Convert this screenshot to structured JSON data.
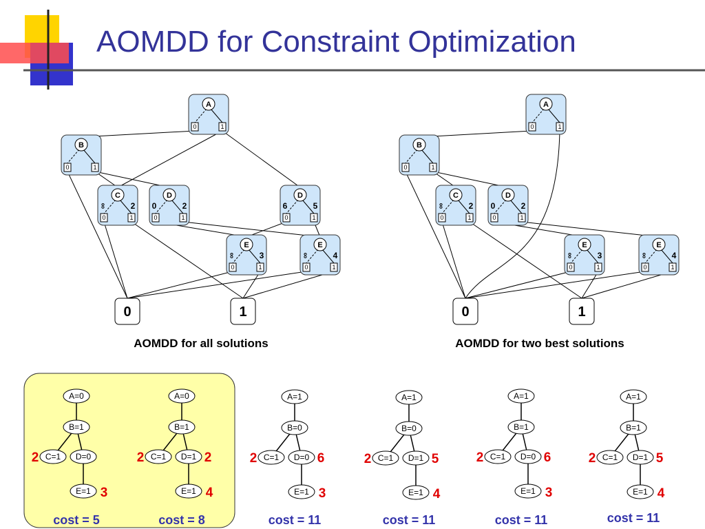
{
  "title": "AOMDD for Constraint Optimization",
  "left_caption": "AOMDD for all solutions",
  "right_caption": "AOMDD for two best solutions",
  "terminals": {
    "zero": "0",
    "one": "1"
  },
  "bits": {
    "zero": "0",
    "one": "1"
  },
  "left_diagram": {
    "nodes": [
      {
        "id": "A",
        "label": "A",
        "w0": "",
        "w1": ""
      },
      {
        "id": "B",
        "label": "B",
        "w0": "",
        "w1": ""
      },
      {
        "id": "C",
        "label": "C",
        "w0": "∞",
        "w1": "2"
      },
      {
        "id": "D1",
        "label": "D",
        "w0": "0",
        "w1": "2"
      },
      {
        "id": "D2",
        "label": "D",
        "w0": "6",
        "w1": "5"
      },
      {
        "id": "E1",
        "label": "E",
        "w0": "∞",
        "w1": "3"
      },
      {
        "id": "E2",
        "label": "E",
        "w0": "∞",
        "w1": "4"
      }
    ]
  },
  "right_diagram": {
    "nodes": [
      {
        "id": "A",
        "label": "A",
        "w0": "",
        "w1": ""
      },
      {
        "id": "B",
        "label": "B",
        "w0": "",
        "w1": ""
      },
      {
        "id": "C",
        "label": "C",
        "w0": "∞",
        "w1": "2"
      },
      {
        "id": "D",
        "label": "D",
        "w0": "0",
        "w1": "2"
      },
      {
        "id": "E1",
        "label": "E",
        "w0": "∞",
        "w1": "3"
      },
      {
        "id": "E2",
        "label": "E",
        "w0": "∞",
        "w1": "4"
      }
    ]
  },
  "solution_trees": [
    {
      "a": "A=0",
      "b": "B=1",
      "c": "C=1",
      "d": "D=0",
      "e": "E=1",
      "c_cost": "2",
      "d_cost": "",
      "e_cost": "3",
      "cost": "cost = 5",
      "highlighted": true
    },
    {
      "a": "A=0",
      "b": "B=1",
      "c": "C=1",
      "d": "D=1",
      "e": "E=1",
      "c_cost": "2",
      "d_cost": "2",
      "e_cost": "4",
      "cost": "cost = 8",
      "highlighted": true
    },
    {
      "a": "A=1",
      "b": "B=0",
      "c": "C=1",
      "d": "D=0",
      "e": "E=1",
      "c_cost": "2",
      "d_cost": "6",
      "e_cost": "3",
      "cost": "cost = 11",
      "highlighted": false
    },
    {
      "a": "A=1",
      "b": "B=0",
      "c": "C=1",
      "d": "D=1",
      "e": "E=1",
      "c_cost": "2",
      "d_cost": "5",
      "e_cost": "4",
      "cost": "cost = 11",
      "highlighted": false
    },
    {
      "a": "A=1",
      "b": "B=1",
      "c": "C=1",
      "d": "D=0",
      "e": "E=1",
      "c_cost": "2",
      "d_cost": "6",
      "e_cost": "3",
      "cost": "cost = 11",
      "highlighted": false
    },
    {
      "a": "A=1",
      "b": "B=1",
      "c": "C=1",
      "d": "D=1",
      "e": "E=1",
      "c_cost": "2",
      "d_cost": "5",
      "e_cost": "4",
      "cost": "cost = 11",
      "highlighted": false
    }
  ],
  "colors": {
    "title": "#333399",
    "node_box": "#cfe6fa",
    "highlight_panel": "#ffffa8",
    "cost_text": "#3333aa",
    "red_cost": "#e00000",
    "logo_yellow": "#ffd400",
    "logo_red": "#ff3333",
    "logo_blue": "#3333cc"
  }
}
